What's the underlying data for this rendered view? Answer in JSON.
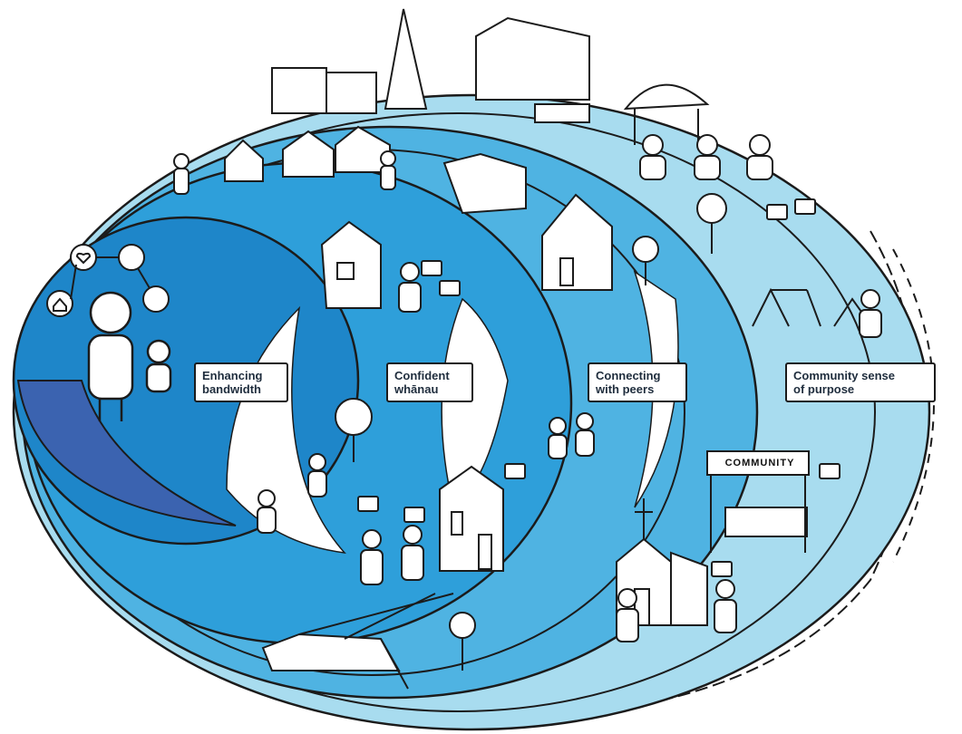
{
  "colors": {
    "ring_outer": "#a8dcef",
    "ring_2": "#4fb3e2",
    "ring_3": "#2e9fda",
    "ring_inner": "#1e86c9",
    "core_dark": "#3b63b0",
    "ink": "#1b1b1b",
    "label_bg": "#ffffff"
  },
  "rings": [
    {
      "id": "enhancing-bandwidth",
      "label": "Enhancing\nbandwidth"
    },
    {
      "id": "confident-whanau",
      "label": "Confident\nwhānau"
    },
    {
      "id": "connecting-with-peers",
      "label": "Connecting\nwith peers"
    },
    {
      "id": "community-sense-of-purpose",
      "label": "Community sense\nof purpose"
    }
  ],
  "signs": {
    "community": "COMMUNITY"
  },
  "icons": [
    "house-icon",
    "heart-icon",
    "puzzle-icon",
    "speech-bubble-icon",
    "church-icon",
    "tree-icon",
    "playground-icon",
    "marae-icon",
    "whare-icon"
  ]
}
